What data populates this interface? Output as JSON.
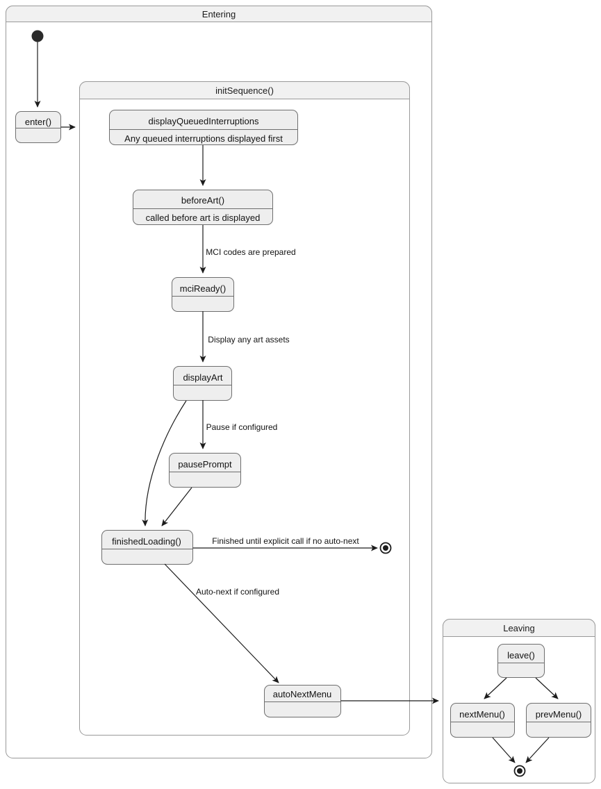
{
  "diagram": {
    "type": "uml-state-machine",
    "title_visible": false,
    "colors": {
      "state_fill": "#eeeeee",
      "state_stroke": "#6e6e6e",
      "composite_header_fill": "#f1f1f1",
      "composite_stroke": "#999999",
      "edge_stroke": "#1c1c1c",
      "initial_node_fill": "#2b2b2b",
      "canvas": "#ffffff"
    }
  },
  "composites": {
    "entering": {
      "label": "Entering"
    },
    "init_sequence": {
      "label": "initSequence()"
    },
    "leaving": {
      "label": "Leaving"
    }
  },
  "states": {
    "enter": {
      "label": "enter()",
      "desc": ""
    },
    "display_queued_interruptions": {
      "label": "displayQueuedInterruptions",
      "desc": "Any queued interruptions displayed first"
    },
    "before_art": {
      "label": "beforeArt()",
      "desc": "called before art is displayed"
    },
    "mci_ready": {
      "label": "mciReady()",
      "desc": ""
    },
    "display_art": {
      "label": "displayArt",
      "desc": ""
    },
    "pause_prompt": {
      "label": "pausePrompt",
      "desc": ""
    },
    "finished_loading": {
      "label": "finishedLoading()",
      "desc": ""
    },
    "auto_next_menu": {
      "label": "autoNextMenu",
      "desc": ""
    },
    "leave": {
      "label": "leave()",
      "desc": ""
    },
    "next_menu": {
      "label": "nextMenu()",
      "desc": ""
    },
    "prev_menu": {
      "label": "prevMenu()",
      "desc": ""
    }
  },
  "transitions": {
    "initial_to_enter": {
      "label": ""
    },
    "enter_to_init_sequence": {
      "label": ""
    },
    "dqi_to_before_art": {
      "label": ""
    },
    "before_art_to_mci_ready": {
      "label": "MCI codes are prepared"
    },
    "mci_ready_to_display_art": {
      "label": "Display any art assets"
    },
    "display_art_to_pause_prompt": {
      "label": "Pause if configured"
    },
    "display_art_to_finished_loading": {
      "label": ""
    },
    "pause_prompt_to_finished_loading": {
      "label": ""
    },
    "finished_loading_to_final": {
      "label": "Finished until explicit call if no auto-next"
    },
    "finished_loading_to_auto_next_menu": {
      "label": "Auto-next if configured"
    },
    "auto_next_menu_to_leaving": {
      "label": ""
    },
    "leave_to_next_menu": {
      "label": ""
    },
    "leave_to_prev_menu": {
      "label": ""
    },
    "next_menu_to_final": {
      "label": ""
    },
    "prev_menu_to_final": {
      "label": ""
    }
  },
  "nodes": {
    "initial_state": {
      "name": "initial-state-node"
    },
    "entering_final_state": {
      "name": "final-state-node"
    },
    "leaving_final_state": {
      "name": "final-state-node"
    }
  }
}
